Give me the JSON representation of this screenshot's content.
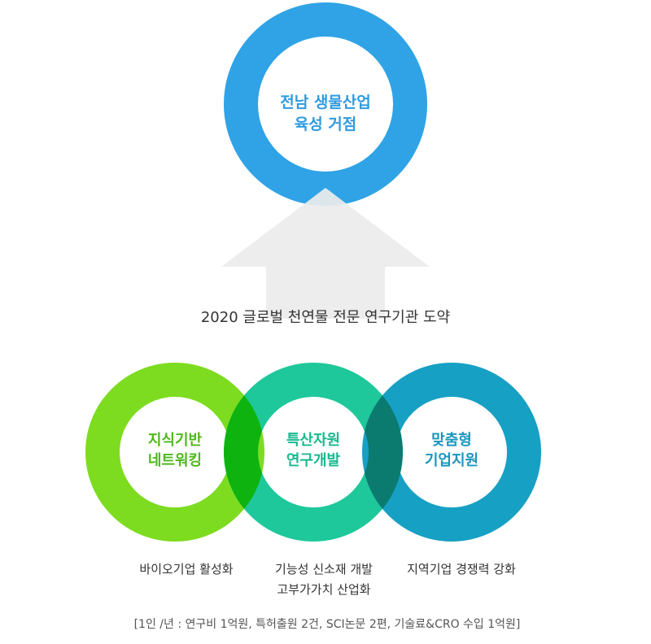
{
  "goal": {
    "line1": "전남 생물산업",
    "line2": "육성 거점",
    "color": "#2fa3e6",
    "text_color": "#2f9be0"
  },
  "arrow": {
    "color": "#ececec",
    "label": "2020 글로벌 천연물 전문 연구기관 도약"
  },
  "pillars": [
    {
      "id": "knowledge",
      "line1": "지식기반",
      "line2": "네트워킹",
      "color": "#7ddc1f",
      "text_color": "#4db81a",
      "caption_line1": "바이오기업 활성화",
      "caption_line2": ""
    },
    {
      "id": "resources",
      "line1": "특산자원",
      "line2": "연구개발",
      "color": "#1ec89a",
      "text_color": "#1ab890",
      "caption_line1": "기능성 신소재 개발",
      "caption_line2": "고부가가치 산업화"
    },
    {
      "id": "support",
      "line1": "맞춤형",
      "line2": "기업지원",
      "color": "#16a0c4",
      "text_color": "#1a96bf",
      "caption_line1": "지역기업 경쟁력 강화",
      "caption_line2": ""
    }
  ],
  "overlaps": {
    "left": "#0fb30f",
    "right": "#0b7b70"
  },
  "footnote": "[1인 /년 : 연구비 1억원,  특허출원 2건,  SCI논문 2편,  기술료&CRO 수입 1억원]"
}
